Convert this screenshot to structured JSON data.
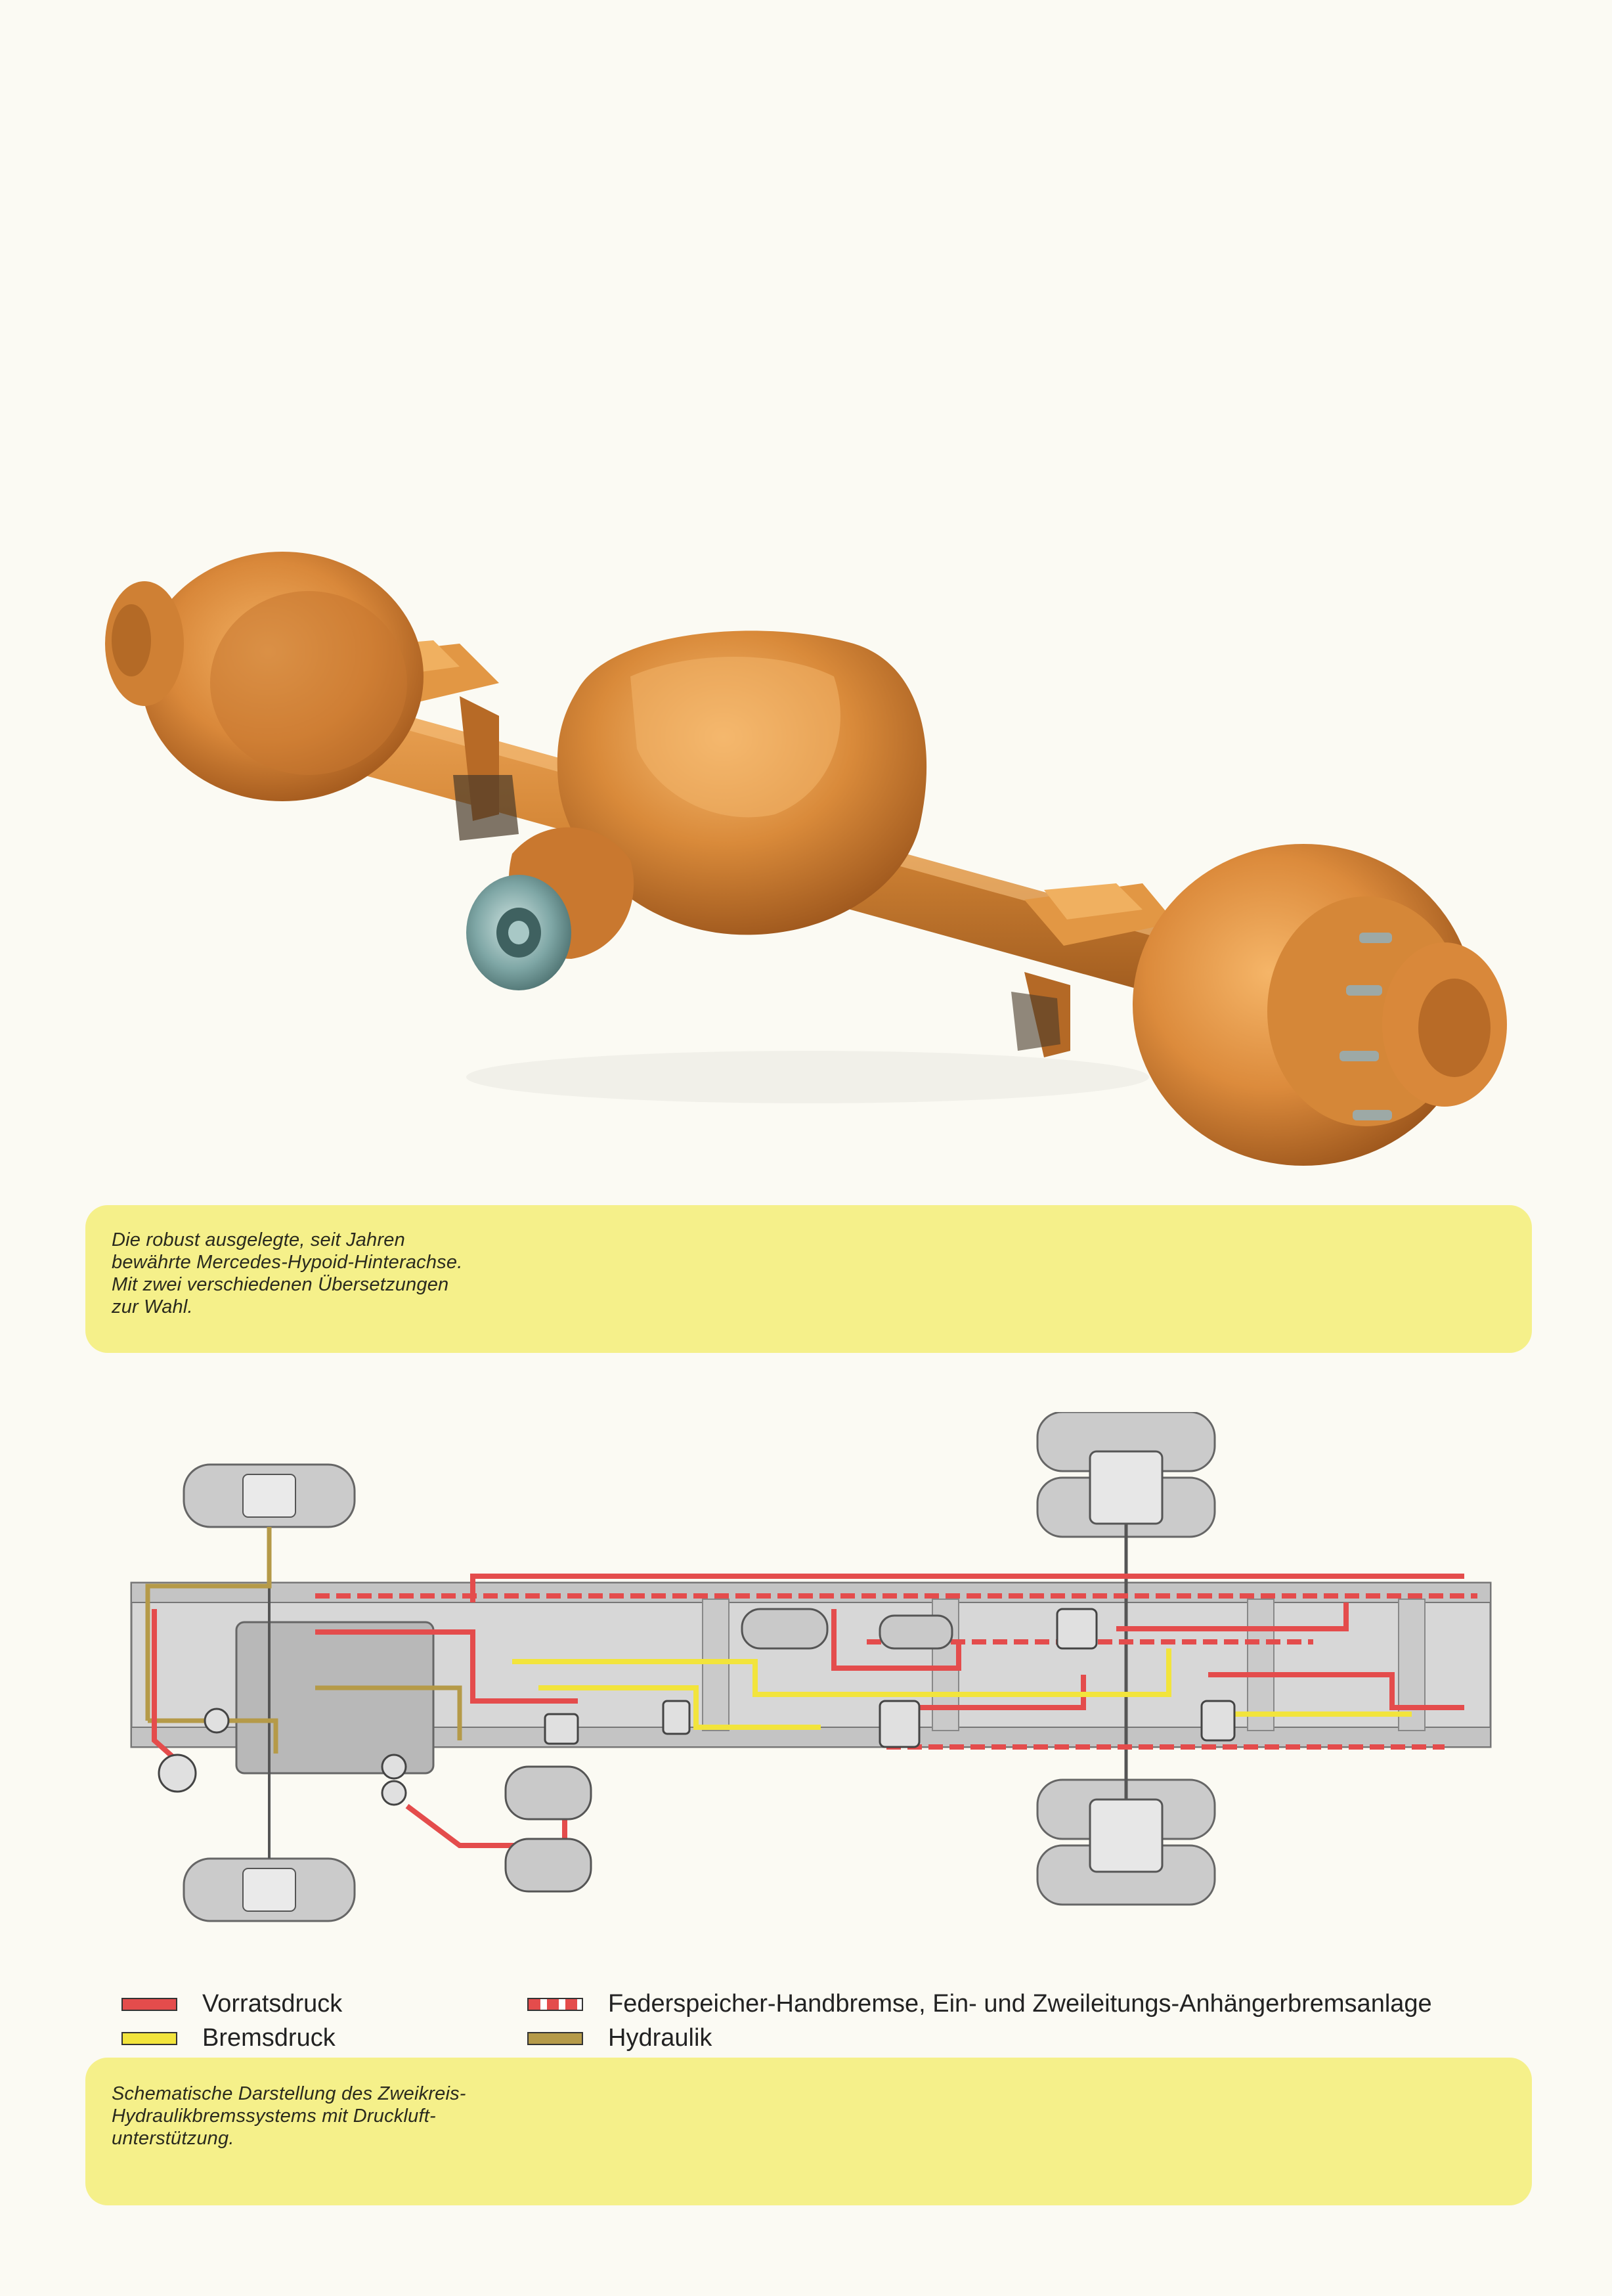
{
  "caption_axle": {
    "lines": [
      "Die robust ausgelegte, seit Jahren",
      "bewährte Mercedes-Hypoid-Hinterachse.",
      "Mit zwei verschiedenen Übersetzungen",
      "zur Wahl."
    ]
  },
  "legend": [
    {
      "label": "Vorratsdruck",
      "color": "#e44c4c"
    },
    {
      "label": "Bremsdruck",
      "color": "#f2e43c"
    },
    {
      "label": "Federspeicher-Handbremse, Ein- und Zweileitungs-Anhängerbremsanlage",
      "color": "#e44c4c"
    },
    {
      "label": "Hydraulik",
      "color": "#b59a48"
    }
  ],
  "caption_schematic": {
    "lines": [
      "Schematische Darstellung des Zweikreis-",
      "Hydraulikbremssystems mit Druckluft-",
      "unterstützung."
    ]
  },
  "colors": {
    "axle": "#d98a3a",
    "caption_bg": "#f5f08a",
    "chassis": "#dcdcdc",
    "tire": "#c9c9c9"
  }
}
